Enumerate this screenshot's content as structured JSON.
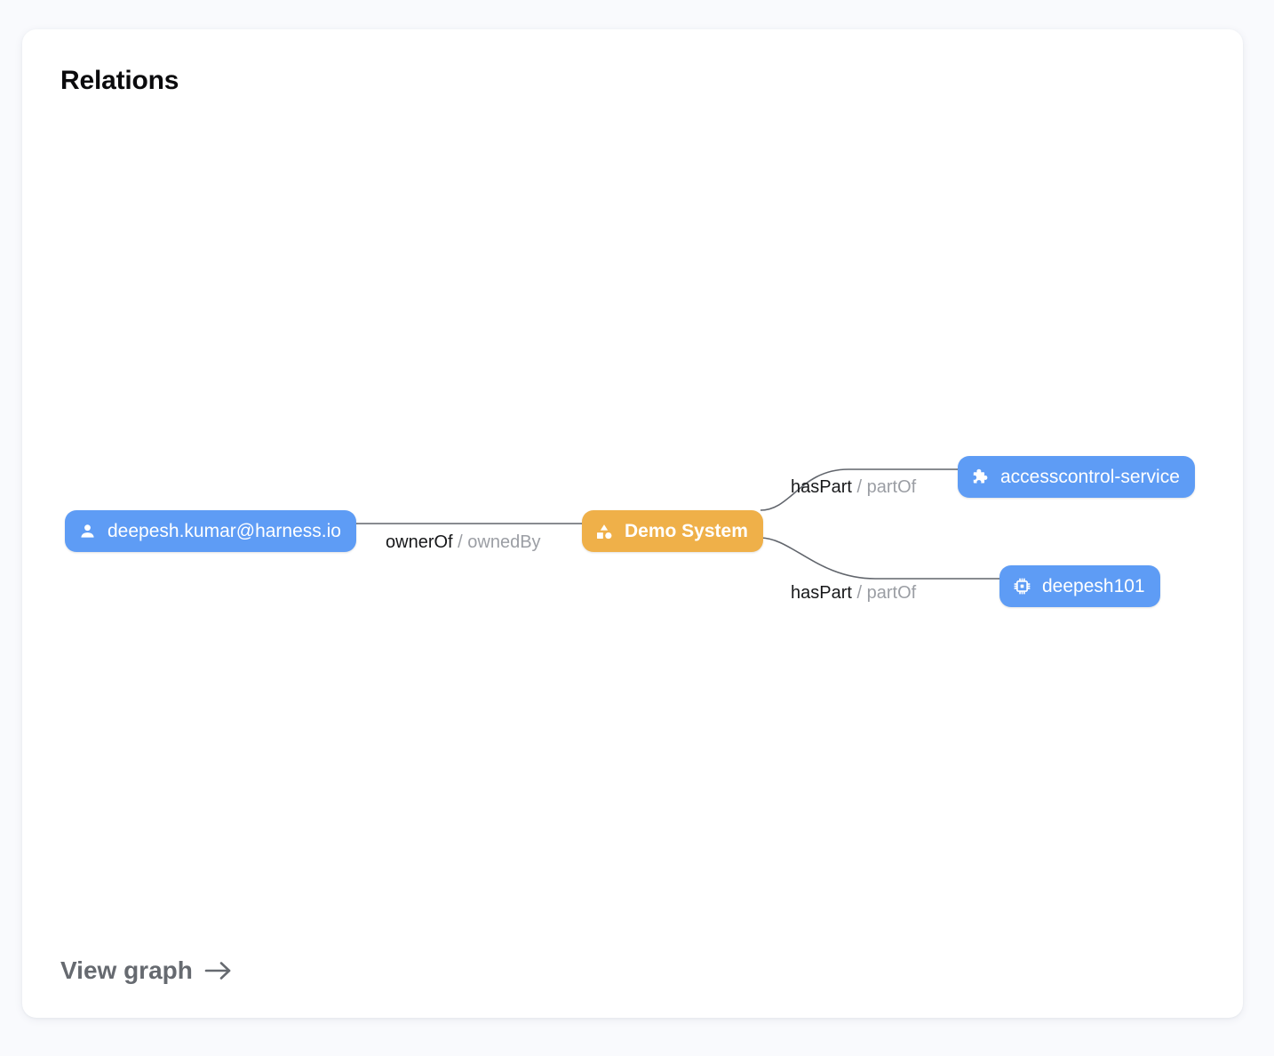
{
  "card": {
    "title": "Relations",
    "footer_link": {
      "label": "View graph",
      "icon": "arrow-right-icon"
    }
  },
  "theme": {
    "page_background": "#f9fafd",
    "card_background": "#ffffff",
    "node_blue": "#5e9cf5",
    "node_orange": "#efb049",
    "edge_stroke": "#61656c",
    "label_forward": "#17181a",
    "label_reverse": "#9b9ea4",
    "footer_text": "#666a70"
  },
  "graph": {
    "nodes": [
      {
        "id": "user",
        "label": "deepesh.kumar@harness.io",
        "kind": "user",
        "icon": "person-icon",
        "color": "#5e9cf5"
      },
      {
        "id": "system",
        "label": "Demo System",
        "kind": "system",
        "icon": "category-icon",
        "color": "#efb049"
      },
      {
        "id": "service",
        "label": "accesscontrol-service",
        "kind": "component",
        "icon": "puzzle-piece-icon",
        "color": "#5e9cf5"
      },
      {
        "id": "chip",
        "label": "deepesh101",
        "kind": "resource",
        "icon": "chip-icon",
        "color": "#5e9cf5"
      }
    ],
    "edges": [
      {
        "id": "owner",
        "source": "user",
        "target": "system",
        "forward": "ownerOf",
        "separator": "/",
        "reverse": "ownedBy"
      },
      {
        "id": "part-1",
        "source": "system",
        "target": "service",
        "forward": "hasPart",
        "separator": "/",
        "reverse": "partOf"
      },
      {
        "id": "part-2",
        "source": "system",
        "target": "chip",
        "forward": "hasPart",
        "separator": "/",
        "reverse": "partOf"
      }
    ]
  }
}
